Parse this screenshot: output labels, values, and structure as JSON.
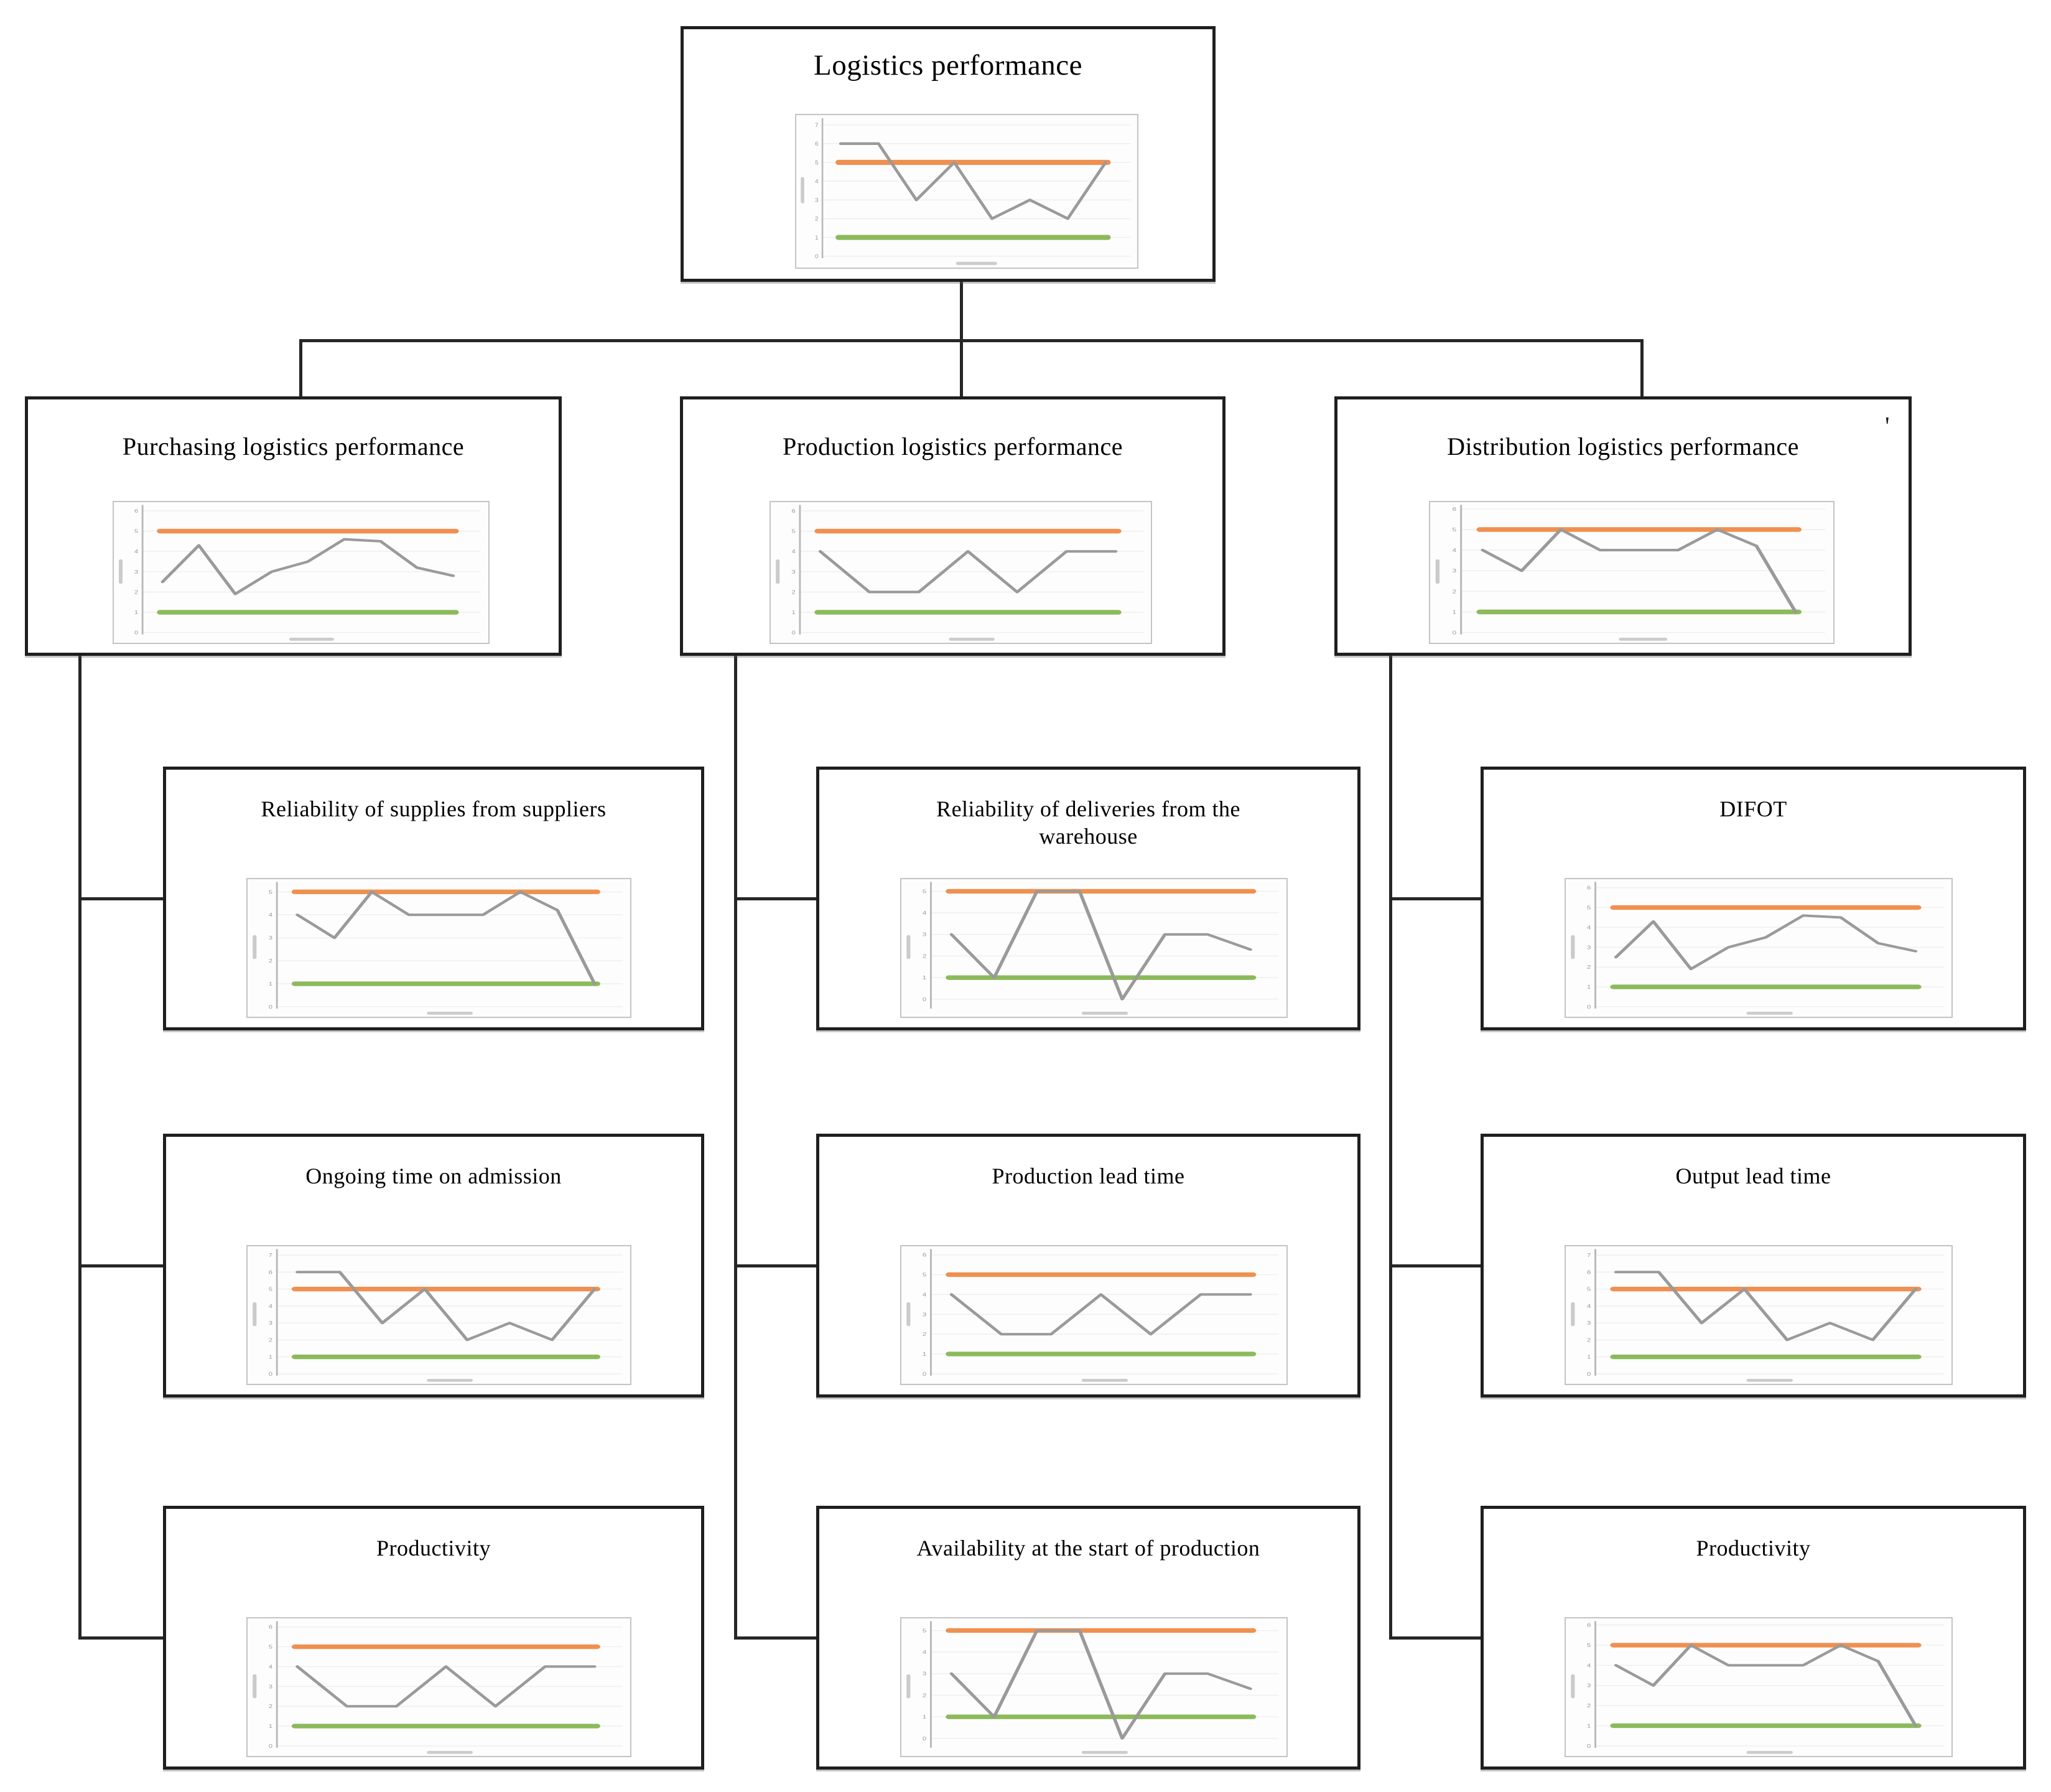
{
  "nodes": {
    "root": {
      "title": "Logistics performance"
    },
    "purchasing": {
      "title": "Purchasing logistics performance"
    },
    "production": {
      "title": "Production logistics performance"
    },
    "distribution": {
      "title": "Distribution logistics performance"
    },
    "purchasing_c1": {
      "title": "Reliability of supplies from suppliers"
    },
    "purchasing_c2": {
      "title": "Ongoing time on admission"
    },
    "purchasing_c3": {
      "title": "Productivity"
    },
    "production_c1": {
      "title": "Reliability of deliveries from the warehouse"
    },
    "production_c2": {
      "title": "Production lead time"
    },
    "production_c3": {
      "title": "Availability at the start of production"
    },
    "distribution_c1": {
      "title": "DIFOT"
    },
    "distribution_c2": {
      "title": "Output lead time"
    },
    "distribution_c3": {
      "title": "Productivity"
    }
  },
  "artifact": {
    "stray_mark": "'"
  },
  "chart_style": {
    "series_color": "#9a9a9a",
    "upper_threshold_color": "#F09050",
    "lower_threshold_color": "#8CBA5B",
    "grid_color": "#efefef",
    "axis_color": "#b8b8b8",
    "tick_color": "#9a9a9a",
    "legend": false,
    "grid": true
  },
  "chart_data": [
    {
      "node": "root",
      "title": "Logistics performance",
      "type": "line",
      "values": [
        6,
        6,
        3,
        5,
        2,
        3,
        2,
        5
      ],
      "upper_threshold": 5,
      "lower_threshold": 1,
      "ylim": [
        0,
        7.25
      ],
      "yticks": [
        0,
        1,
        2,
        3,
        4,
        5,
        6,
        7
      ]
    },
    {
      "node": "purchasing",
      "title": "Purchasing logistics performance",
      "type": "line",
      "values": [
        2.5,
        4.3,
        1.9,
        3,
        3.5,
        4.6,
        4.5,
        3.2,
        2.8
      ],
      "upper_threshold": 5,
      "lower_threshold": 1,
      "ylim": [
        0,
        6.2
      ],
      "yticks": [
        0,
        1,
        2,
        3,
        4,
        5,
        6
      ]
    },
    {
      "node": "production",
      "title": "Production logistics performance",
      "type": "line",
      "values": [
        4,
        2,
        2,
        4,
        2,
        4,
        4
      ],
      "upper_threshold": 5,
      "lower_threshold": 1,
      "ylim": [
        0,
        6.2
      ],
      "yticks": [
        0,
        1,
        2,
        3,
        4,
        5,
        6
      ]
    },
    {
      "node": "distribution",
      "title": "Distribution logistics performance",
      "type": "line",
      "values": [
        4,
        3,
        5,
        4,
        4,
        4,
        5,
        4.2,
        1
      ],
      "upper_threshold": 5,
      "lower_threshold": 1,
      "ylim": [
        0,
        6.1
      ],
      "yticks": [
        0,
        1,
        2,
        3,
        4,
        5,
        6
      ]
    },
    {
      "node": "purchasing_c1",
      "title": "Reliability of supplies from suppliers",
      "type": "line",
      "values": [
        4,
        3,
        5,
        4,
        4,
        4,
        5,
        4.2,
        1
      ],
      "upper_threshold": 5,
      "lower_threshold": 1,
      "ylim": [
        0,
        5.35
      ],
      "yticks": [
        0,
        1,
        2,
        3,
        4,
        5
      ]
    },
    {
      "node": "purchasing_c2",
      "title": "Ongoing time on admission",
      "type": "line",
      "values": [
        6,
        6,
        3,
        5,
        2,
        3,
        2,
        5
      ],
      "upper_threshold": 5,
      "lower_threshold": 1,
      "ylim": [
        0,
        7.25
      ],
      "yticks": [
        0,
        1,
        2,
        3,
        4,
        5,
        6,
        7
      ]
    },
    {
      "node": "purchasing_c3",
      "title": "Productivity",
      "type": "line",
      "values": [
        4,
        2,
        2,
        4,
        2,
        4,
        4
      ],
      "upper_threshold": 5,
      "lower_threshold": 1,
      "ylim": [
        0,
        6.2
      ],
      "yticks": [
        0,
        1,
        2,
        3,
        4,
        5,
        6
      ]
    },
    {
      "node": "production_c1",
      "title": "Reliability of deliveries from the warehouse",
      "type": "line",
      "values": [
        3,
        1,
        5,
        5,
        0,
        3,
        3,
        2.3
      ],
      "upper_threshold": 5,
      "lower_threshold": 1,
      "ylim": [
        -0.35,
        5.35
      ],
      "yticks": [
        0,
        1,
        2,
        3,
        4,
        5
      ]
    },
    {
      "node": "production_c2",
      "title": "Production lead time",
      "type": "line",
      "values": [
        4,
        2,
        2,
        4,
        2,
        4,
        4
      ],
      "upper_threshold": 5,
      "lower_threshold": 1,
      "ylim": [
        0,
        6.2
      ],
      "yticks": [
        0,
        1,
        2,
        3,
        4,
        5,
        6
      ]
    },
    {
      "node": "production_c3",
      "title": "Availability at the start of production",
      "type": "line",
      "values": [
        3,
        1,
        5,
        5,
        0,
        3,
        3,
        2.3
      ],
      "upper_threshold": 5,
      "lower_threshold": 1,
      "ylim": [
        -0.35,
        5.35
      ],
      "yticks": [
        0,
        1,
        2,
        3,
        4,
        5
      ]
    },
    {
      "node": "distribution_c1",
      "title": "DIFOT",
      "type": "line",
      "values": [
        2.5,
        4.3,
        1.9,
        3,
        3.5,
        4.6,
        4.5,
        3.2,
        2.8
      ],
      "upper_threshold": 5,
      "lower_threshold": 1,
      "ylim": [
        0,
        6.2
      ],
      "yticks": [
        0,
        1,
        2,
        3,
        4,
        5,
        6
      ]
    },
    {
      "node": "distribution_c2",
      "title": "Output lead time",
      "type": "line",
      "values": [
        6,
        6,
        3,
        5,
        2,
        3,
        2,
        5
      ],
      "upper_threshold": 5,
      "lower_threshold": 1,
      "ylim": [
        0,
        7.25
      ],
      "yticks": [
        0,
        1,
        2,
        3,
        4,
        5,
        6,
        7
      ]
    },
    {
      "node": "distribution_c3",
      "title": "Productivity",
      "type": "line",
      "values": [
        4,
        3,
        5,
        4,
        4,
        4,
        5,
        4.2,
        1
      ],
      "upper_threshold": 5,
      "lower_threshold": 1,
      "ylim": [
        0,
        6.1
      ],
      "yticks": [
        0,
        1,
        2,
        3,
        4,
        5,
        6
      ]
    }
  ]
}
